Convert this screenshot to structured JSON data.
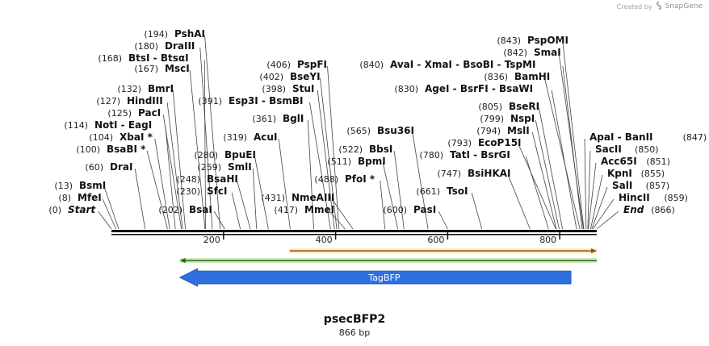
{
  "credit": {
    "prefix": "Created by",
    "brand": "SnapGene"
  },
  "plasmid": {
    "name": "psecBFP2",
    "length": "866 bp"
  },
  "ruler": {
    "start": 0,
    "end": 866,
    "ticks": [
      200,
      400,
      600,
      800
    ]
  },
  "enzymes": [
    {
      "pos": "(0)",
      "name": "Start",
      "site": 0,
      "italic": true
    },
    {
      "pos": "(8)",
      "name": "MfeI",
      "site": 8
    },
    {
      "pos": "(13)",
      "name": "BsmI",
      "site": 13
    },
    {
      "pos": "(60)",
      "name": "DraI",
      "site": 60
    },
    {
      "pos": "(100)",
      "name": "BsaBI *",
      "site": 100
    },
    {
      "pos": "(104)",
      "name": "XbaI *",
      "site": 104
    },
    {
      "pos": "(114)",
      "name": "NotI  -  EagI",
      "site": 114
    },
    {
      "pos": "(125)",
      "name": "PacI",
      "site": 125
    },
    {
      "pos": "(127)",
      "name": "HindIII",
      "site": 127
    },
    {
      "pos": "(132)",
      "name": "BmrI",
      "site": 132
    },
    {
      "pos": "(167)",
      "name": "MscI",
      "site": 167
    },
    {
      "pos": "(168)",
      "name": "BtsI  -  BtsαI",
      "site": 168
    },
    {
      "pos": "(180)",
      "name": "DraIII",
      "site": 180
    },
    {
      "pos": "(194)",
      "name": "PshAI",
      "site": 194
    },
    {
      "pos": "(202)",
      "name": "BsaI",
      "site": 202
    },
    {
      "pos": "(230)",
      "name": "SfcI",
      "site": 230
    },
    {
      "pos": "(248)",
      "name": "BsaHI",
      "site": 248
    },
    {
      "pos": "(259)",
      "name": "SmlI",
      "site": 259
    },
    {
      "pos": "(280)",
      "name": "BpuEI",
      "site": 280
    },
    {
      "pos": "(391)",
      "name": "Esp3I  -  BsmBI",
      "site": 391
    },
    {
      "pos": "(319)",
      "name": "AcuI",
      "site": 319
    },
    {
      "pos": "(361)",
      "name": "BglI",
      "site": 361
    },
    {
      "pos": "(398)",
      "name": "StuI",
      "site": 398
    },
    {
      "pos": "(402)",
      "name": "BseYI",
      "site": 402
    },
    {
      "pos": "(406)",
      "name": "PspFI",
      "site": 406
    },
    {
      "pos": "(417)",
      "name": "MmeI",
      "site": 417
    },
    {
      "pos": "(431)",
      "name": "NmeAIII",
      "site": 431
    },
    {
      "pos": "(488)",
      "name": "PfoI *",
      "site": 488
    },
    {
      "pos": "(511)",
      "name": "BpmI",
      "site": 511
    },
    {
      "pos": "(522)",
      "name": "BbsI",
      "site": 522
    },
    {
      "pos": "(565)",
      "name": "Bsu36I",
      "site": 565
    },
    {
      "pos": "(600)",
      "name": "PasI",
      "site": 600
    },
    {
      "pos": "(661)",
      "name": "TsoI",
      "site": 661
    },
    {
      "pos": "(747)",
      "name": "BsiHKAI",
      "site": 747
    },
    {
      "pos": "(780)",
      "name": "TatI  -  BsrGI",
      "site": 780
    },
    {
      "pos": "(793)",
      "name": "EcoP15I",
      "site": 793
    },
    {
      "pos": "(794)",
      "name": "MslI",
      "site": 794
    },
    {
      "pos": "(799)",
      "name": "NspI",
      "site": 799
    },
    {
      "pos": "(805)",
      "name": "BseRI",
      "site": 805
    },
    {
      "pos": "(830)",
      "name": "AgeI  -  BsrFI  -  BsaWI",
      "site": 830
    },
    {
      "pos": "(840)",
      "name": "AvaI  -  XmaI  -  BsoBI  -  TspMI",
      "site": 840
    },
    {
      "pos": "(836)",
      "name": "BamHI",
      "site": 836
    },
    {
      "pos": "(842)",
      "name": "SmaI",
      "site": 842
    },
    {
      "pos": "(843)",
      "name": "PspOMI",
      "site": 843
    },
    {
      "pos": "(847)",
      "name": "ApaI  -  BanII",
      "site": 847
    },
    {
      "pos": "(850)",
      "name": "SacII",
      "site": 850
    },
    {
      "pos": "(851)",
      "name": "Acc65I",
      "site": 851
    },
    {
      "pos": "(855)",
      "name": "KpnI",
      "site": 855
    },
    {
      "pos": "(857)",
      "name": "SalI",
      "site": 857
    },
    {
      "pos": "(859)",
      "name": "HincII",
      "site": 859
    },
    {
      "pos": "(866)",
      "name": "End",
      "site": 866,
      "italic": true
    }
  ],
  "features": [
    {
      "name": "orange-region",
      "start": 318,
      "end": 866,
      "direction": "forward",
      "color": "#f0a030"
    },
    {
      "name": "green-region",
      "start": 122,
      "end": 866,
      "direction": "reverse",
      "color": "#7ec850"
    },
    {
      "name": "TagBFP",
      "start": 122,
      "end": 820,
      "direction": "reverse",
      "color": "#2f6fe0",
      "label": "TagBFP"
    }
  ]
}
